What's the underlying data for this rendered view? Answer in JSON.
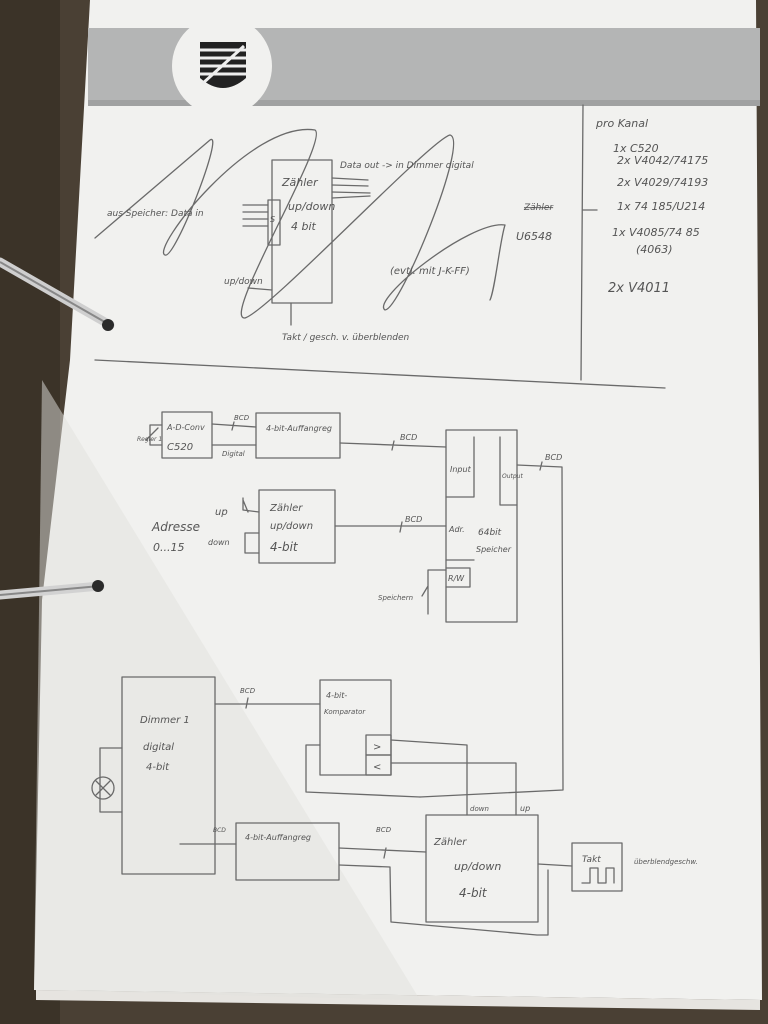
{
  "colors": {
    "paper": "#f1f1ef",
    "banner": "#b4b5b5",
    "ink": "#666666",
    "binder": "#4a4034"
  },
  "header": {
    "logo": "coat-of-arms"
  },
  "top_diagram": {
    "counter_box": {
      "line1": "Zähler",
      "line2": "up/down",
      "line3": "4 bit",
      "s_pin": "S"
    },
    "data_in": "aus Speicher: Data in",
    "data_out": "Data out -> in Dimmer digital",
    "up_down": "up/down",
    "takt": "Takt / gesch. v. überblenden",
    "jk": "(evtl. mit J-K-FF)",
    "ic_label_struck": "Zähler",
    "ic_label": "U6548"
  },
  "parts_list": {
    "title": "pro Kanal",
    "items": [
      "1x C520",
      "2x V4042/74175",
      "2x V4029/74193",
      "1x 74 185/U214",
      "1x V4085/74 85",
      "(4063)",
      "2x V4011"
    ]
  },
  "lower_diagram": {
    "regler": "Regler 1",
    "adc": {
      "line1": "A-D-Conv",
      "line2": "C520"
    },
    "bcd": "BCD",
    "digital": "Digital",
    "reg1": "4-bit-Auffangreg",
    "address_label": {
      "line1": "Adresse",
      "line2": "0...15"
    },
    "up": "up",
    "down": "down",
    "addr_counter": {
      "line1": "Zähler",
      "line2": "up/down",
      "line3": "4-bit"
    },
    "memory": {
      "input": "Input",
      "output": "Output",
      "adr": "Adr.",
      "rw": "R/W",
      "line1": "64bit",
      "line2": "Speicher"
    },
    "speichern": "Speichern",
    "dimmer": {
      "line1": "Dimmer 1",
      "line2": "digital",
      "line3": "4-bit"
    },
    "comparator": {
      "line1": "4-bit-",
      "line2": "Komparator",
      "gt": ">",
      "lt": "<"
    },
    "reg2": "4-bit-Auffangreg",
    "main_counter": {
      "line1": "Zähler",
      "line2": "up/down",
      "line3": "4-bit"
    },
    "counter_down": "down",
    "counter_up": "up",
    "takt": "Takt",
    "fade_speed": "überblendgeschw."
  }
}
